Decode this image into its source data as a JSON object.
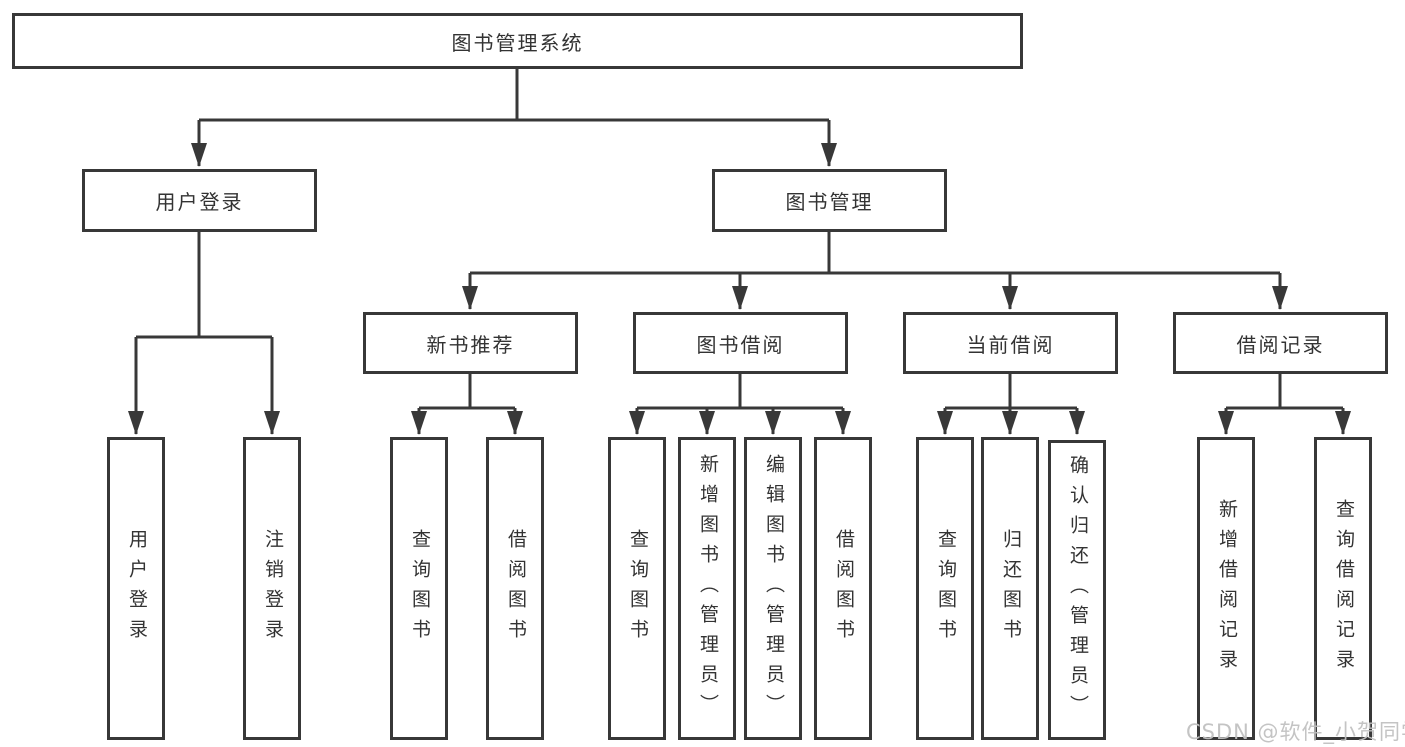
{
  "diagram": {
    "root": {
      "label": "图书管理系统"
    },
    "branches": [
      {
        "label": "用户登录",
        "children": [
          {
            "label": "用户登录"
          },
          {
            "label": "注销登录"
          }
        ]
      },
      {
        "label": "图书管理",
        "children": [
          {
            "label": "新书推荐",
            "children": [
              {
                "label": "查询图书"
              },
              {
                "label": "借阅图书"
              }
            ]
          },
          {
            "label": "图书借阅",
            "children": [
              {
                "label": "查询图书"
              },
              {
                "label": "新增图书（管理员）"
              },
              {
                "label": "编辑图书（管理员）"
              },
              {
                "label": "借阅图书"
              }
            ]
          },
          {
            "label": "当前借阅",
            "children": [
              {
                "label": "查询图书"
              },
              {
                "label": "归还图书"
              },
              {
                "label": "确认归还（管理员）"
              }
            ]
          },
          {
            "label": "借阅记录",
            "children": [
              {
                "label": "新增借阅记录"
              },
              {
                "label": "查询借阅记录"
              }
            ]
          }
        ]
      }
    ],
    "line_color": "#383838",
    "text_color": "#333333"
  },
  "watermark": "CSDN @软件_小贺同学"
}
